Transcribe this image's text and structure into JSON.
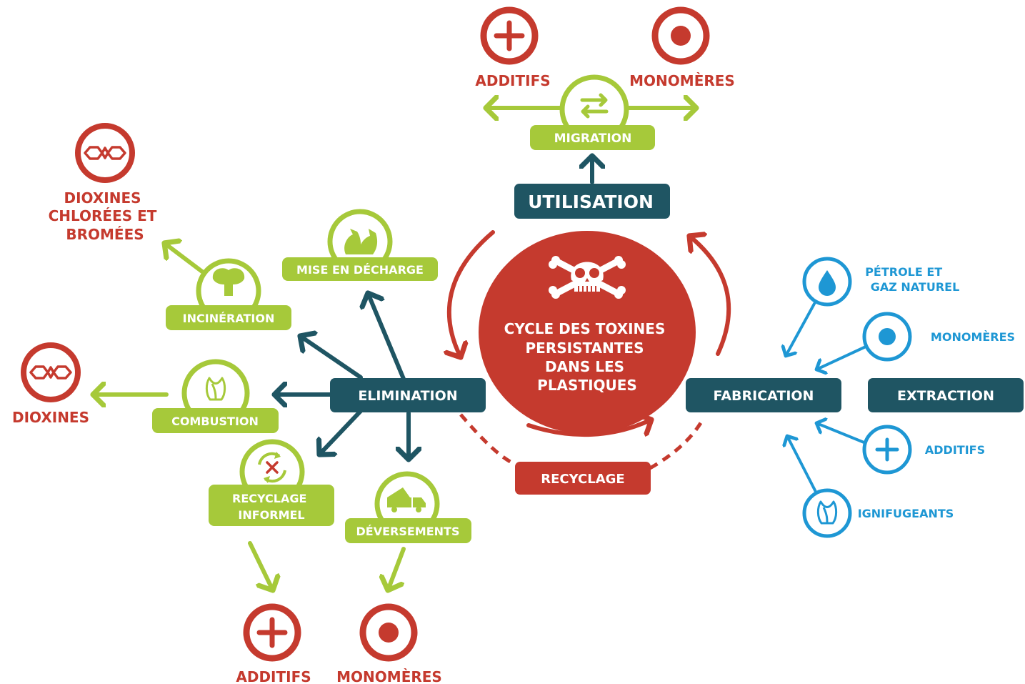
{
  "colors": {
    "red": "#c53a2e",
    "green": "#a6c93a",
    "teal": "#1f5563",
    "blue": "#1e97d4",
    "white": "#ffffff"
  },
  "center": {
    "line1": "CYCLE DES TOXINES",
    "line2": "PERSISTANTES",
    "line3": "DANS LES",
    "line4": "PLASTIQUES",
    "icon": "skull-crossbones-icon"
  },
  "stages": {
    "utilisation": "UTILISATION",
    "fabrication": "FABRICATION",
    "extraction": "EXTRACTION",
    "elimination": "ELIMINATION",
    "recyclage": "RECYCLAGE"
  },
  "migration": {
    "label": "MIGRATION",
    "icon": "swap-arrows-icon",
    "outputs": [
      {
        "label": "ADDITIFS",
        "icon": "plus-icon"
      },
      {
        "label": "MONOMÈRES",
        "icon": "dot-icon"
      }
    ]
  },
  "fabrication_inputs": [
    {
      "label_line1": "PÉTROLE ET",
      "label_line2": "GAZ NATUREL",
      "icon": "drop-icon"
    },
    {
      "label": "MONOMÈRES",
      "icon": "dot-icon"
    },
    {
      "label": "ADDITIFS",
      "icon": "plus-icon"
    },
    {
      "label": "IGNIFUGEANTS",
      "icon": "flame-icon"
    }
  ],
  "elimination_routes": {
    "mise_en_decharge": {
      "label": "MISE EN DÉCHARGE",
      "icon": "garbage-bags-icon"
    },
    "incineration": {
      "label": "INCINÉRATION",
      "icon": "incinerator-icon"
    },
    "combustion": {
      "label": "COMBUSTION",
      "icon": "flame-icon"
    },
    "recyclage_informel": {
      "label_line1": "RECYCLAGE",
      "label_line2": "INFORMEL",
      "icon": "recycle-cross-icon"
    },
    "deversements": {
      "label": "DÉVERSEMENTS",
      "icon": "dump-truck-icon"
    }
  },
  "outputs": {
    "dioxines_chlorees": {
      "line1": "DIOXINES",
      "line2": "CHLORÉES ET",
      "line3": "BROMÉES",
      "icon": "dioxin-molecule-icon"
    },
    "dioxines": {
      "label": "DIOXINES",
      "icon": "dioxin-molecule-icon"
    },
    "additifs": {
      "label": "ADDITIFS",
      "icon": "plus-icon"
    },
    "monomeres": {
      "label": "MONOMÈRES",
      "icon": "dot-icon"
    }
  }
}
